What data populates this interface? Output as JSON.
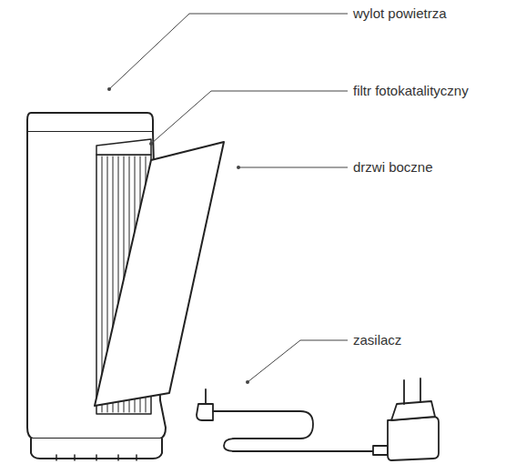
{
  "diagram": {
    "labels": [
      "wylot powietrza",
      "filtr fotokatalityczny",
      "drzwi boczne",
      "zasilacz"
    ]
  }
}
